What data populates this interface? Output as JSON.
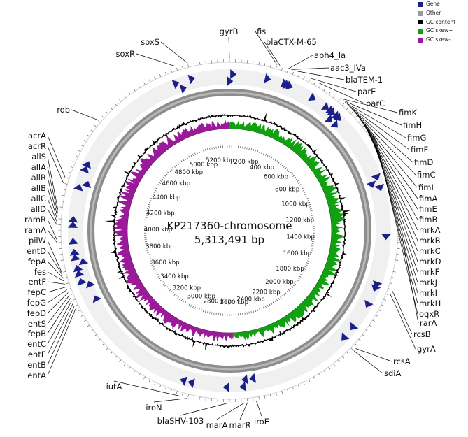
{
  "legend": [
    {
      "label": "Gene",
      "color": "#1a1f8a"
    },
    {
      "label": "Other",
      "color": "#9a9a9a"
    },
    {
      "label": "GC content",
      "color": "#000000"
    },
    {
      "label": "GC skew+",
      "color": "#10a010"
    },
    {
      "label": "GC skew-",
      "color": "#9a1a9a"
    }
  ],
  "center": {
    "name": "KP217360-chromosome",
    "size": "5,313,491 bp"
  },
  "genome_length_bp": 5313491,
  "kbp_ticks": [
    "200 kbp",
    "400 kbp",
    "600 kbp",
    "800 kbp",
    "1000 kbp",
    "1200 kbp",
    "1400 kbp",
    "1600 kbp",
    "1800 kbp",
    "2000 kbp",
    "2200 kbp",
    "2400 kbp",
    "2600 kbp",
    "2800 kbp",
    "3000 kbp",
    "3200 kbp",
    "3400 kbp",
    "3600 kbp",
    "3800 kbp",
    "4000 kbp",
    "4200 kbp",
    "4400 kbp",
    "4600 kbp",
    "4800 kbp",
    "5000 kbp",
    "5200 kbp"
  ],
  "genes": [
    {
      "name": "gyrB"
    },
    {
      "name": "fis"
    },
    {
      "name": "blaCTX-M-65"
    },
    {
      "name": "aph4_Ia"
    },
    {
      "name": "aac3_IVa"
    },
    {
      "name": "blaTEM-1"
    },
    {
      "name": "parE"
    },
    {
      "name": "parC"
    },
    {
      "name": "fimK"
    },
    {
      "name": "fimH"
    },
    {
      "name": "fimG"
    },
    {
      "name": "fimF"
    },
    {
      "name": "fimD"
    },
    {
      "name": "fimC"
    },
    {
      "name": "fimI"
    },
    {
      "name": "fimA"
    },
    {
      "name": "fimE"
    },
    {
      "name": "fimB"
    },
    {
      "name": "mrkA"
    },
    {
      "name": "mrkB"
    },
    {
      "name": "mrkC"
    },
    {
      "name": "mrkD"
    },
    {
      "name": "mrkF"
    },
    {
      "name": "mrkJ"
    },
    {
      "name": "mrkI"
    },
    {
      "name": "mrkH"
    },
    {
      "name": "oqxR"
    },
    {
      "name": "rarA"
    },
    {
      "name": "rcsB"
    },
    {
      "name": "gyrA"
    },
    {
      "name": "rcsA"
    },
    {
      "name": "sdiA"
    },
    {
      "name": "iroE"
    },
    {
      "name": "marR"
    },
    {
      "name": "marA"
    },
    {
      "name": "blaSHV-103"
    },
    {
      "name": "iroN"
    },
    {
      "name": "iutA"
    },
    {
      "name": "entA"
    },
    {
      "name": "entB"
    },
    {
      "name": "entE"
    },
    {
      "name": "entC"
    },
    {
      "name": "fepB"
    },
    {
      "name": "entS"
    },
    {
      "name": "fepD"
    },
    {
      "name": "fepG"
    },
    {
      "name": "fepC"
    },
    {
      "name": "entF"
    },
    {
      "name": "fes"
    },
    {
      "name": "fepA"
    },
    {
      "name": "entD"
    },
    {
      "name": "pilW"
    },
    {
      "name": "ramA"
    },
    {
      "name": "ramR"
    },
    {
      "name": "allD"
    },
    {
      "name": "allC"
    },
    {
      "name": "allB"
    },
    {
      "name": "allR"
    },
    {
      "name": "allA"
    },
    {
      "name": "allS"
    },
    {
      "name": "acrR"
    },
    {
      "name": "acrA"
    },
    {
      "name": "rob"
    },
    {
      "name": "soxR"
    },
    {
      "name": "soxS"
    }
  ]
}
